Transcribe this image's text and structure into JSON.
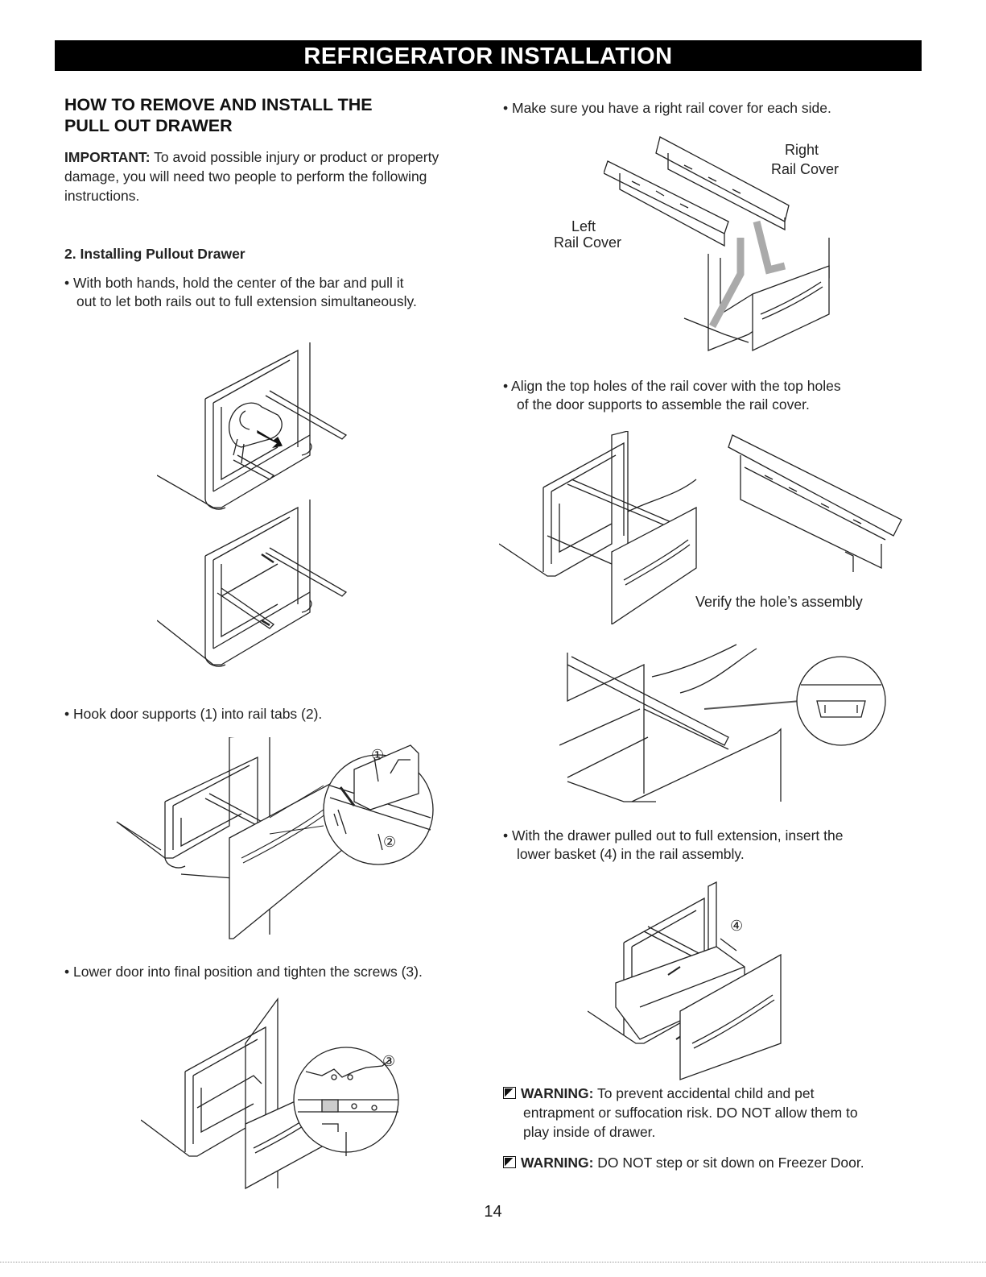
{
  "banner": "REFRIGERATOR INSTALLATION",
  "heading_line1": "HOW TO REMOVE AND INSTALL THE",
  "heading_line2": "PULL OUT DRAWER",
  "important_label": "IMPORTANT:",
  "important_l1": " To avoid possible injury or product or property",
  "important_l2": "damage, you will need two people to perform the following",
  "important_l3": "instructions.",
  "subheading": "2. Installing Pullout Drawer",
  "step1_l1": "• With both hands, hold the center of the bar and pull it",
  "step1_l2": "out to let both rails out to full extension simultaneously.",
  "step2": "• Hook door supports (1) into rail tabs (2).",
  "step3": "• Lower door into final position and tighten the screws (3).",
  "right_step1": "• Make sure you have a right rail cover for each side.",
  "label_right_rail_1": "Right",
  "label_right_rail_2": "Rail Cover",
  "label_left_rail_1": "Left",
  "label_left_rail_2": "Rail Cover",
  "right_step2_l1": "• Align the top holes of the rail cover with the top holes",
  "right_step2_l2": "of the door supports to assemble the rail cover.",
  "verify_label": "Verify the hole’s assembly",
  "right_step3_l1": "• With the drawer pulled out to full extension, insert the",
  "right_step3_l2": "lower basket (4) in the rail assembly.",
  "callout_1": "①",
  "callout_2": "②",
  "callout_3": "③",
  "callout_4": "④",
  "warning1_label": "WARNING:",
  "warning1_l1": " To prevent accidental child and pet",
  "warning1_l2": "entrapment or suffocation risk. DO NOT allow them to",
  "warning1_l3": "play inside of drawer.",
  "warning2_label": "WARNING:",
  "warning2_text": " DO NOT step or sit down on Freezer Door.",
  "page_number": "14"
}
